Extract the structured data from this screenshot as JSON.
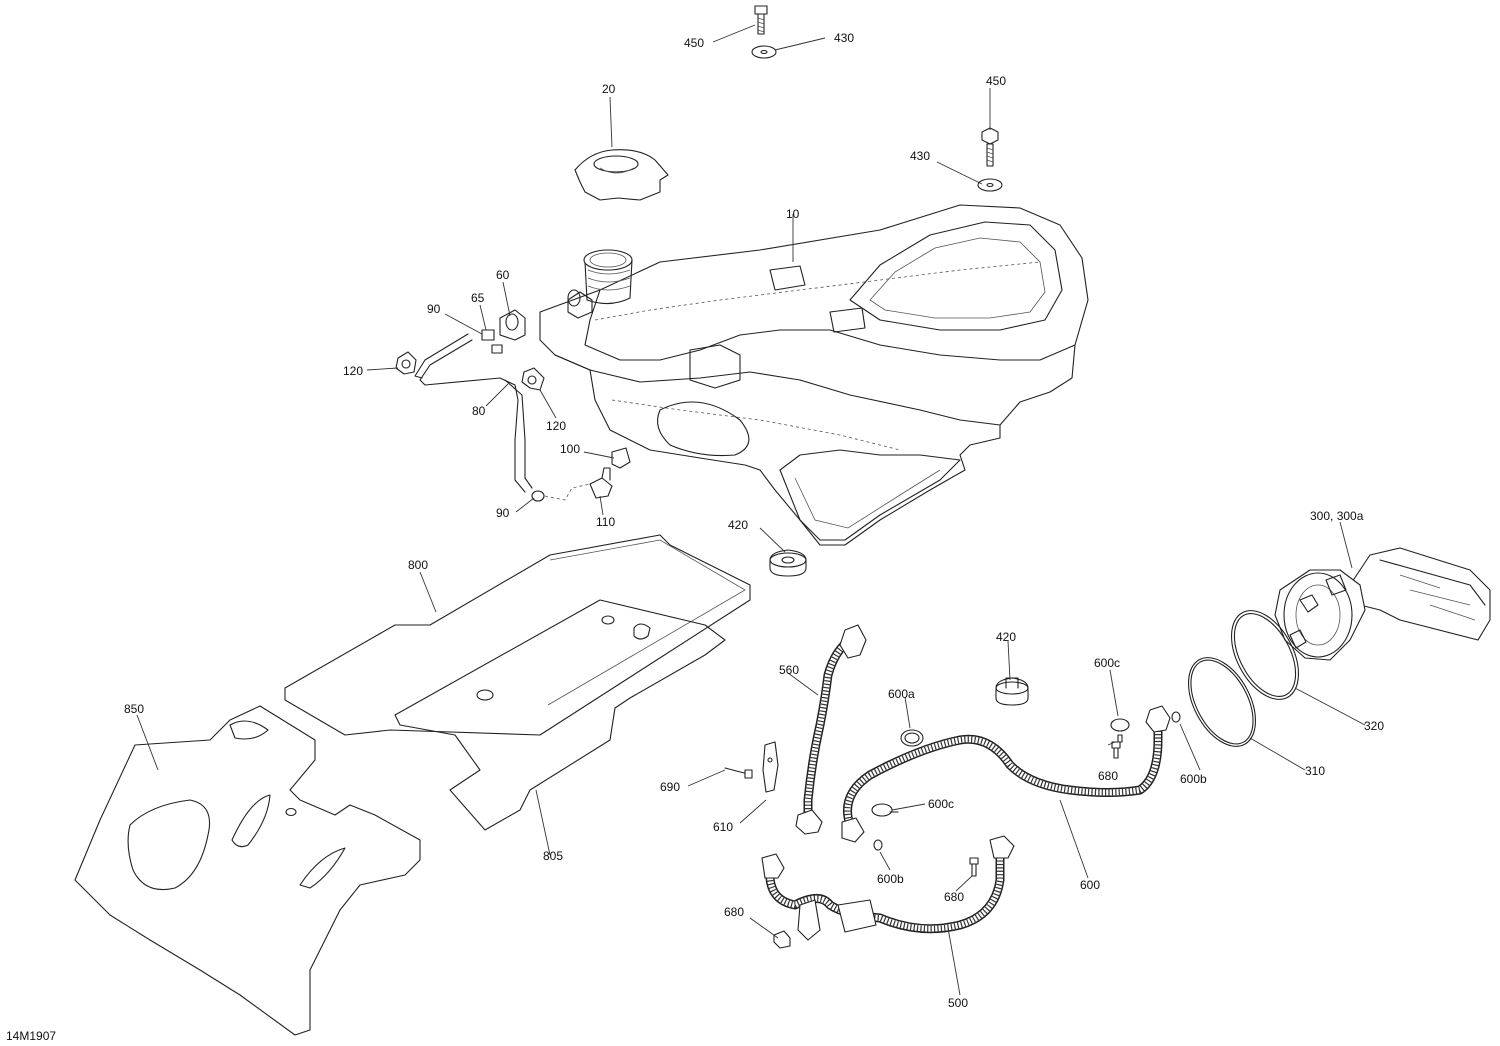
{
  "figure": {
    "code": "14M1907"
  },
  "callouts": [
    {
      "id": "c-450-top",
      "text": "450"
    },
    {
      "id": "c-430-top",
      "text": "430"
    },
    {
      "id": "c-20",
      "text": "20"
    },
    {
      "id": "c-450-right",
      "text": "450"
    },
    {
      "id": "c-430-right",
      "text": "430"
    },
    {
      "id": "c-10",
      "text": "10"
    },
    {
      "id": "c-60",
      "text": "60"
    },
    {
      "id": "c-65",
      "text": "65"
    },
    {
      "id": "c-90-top",
      "text": "90"
    },
    {
      "id": "c-120-left",
      "text": "120"
    },
    {
      "id": "c-80",
      "text": "80"
    },
    {
      "id": "c-120-right",
      "text": "120"
    },
    {
      "id": "c-100",
      "text": "100"
    },
    {
      "id": "c-90-bottom",
      "text": "90"
    },
    {
      "id": "c-110",
      "text": "110"
    },
    {
      "id": "c-420-top",
      "text": "420"
    },
    {
      "id": "c-800",
      "text": "800"
    },
    {
      "id": "c-300",
      "text": "300, 300a"
    },
    {
      "id": "c-850",
      "text": "850"
    },
    {
      "id": "c-560",
      "text": "560"
    },
    {
      "id": "c-420-bottom",
      "text": "420"
    },
    {
      "id": "c-600a",
      "text": "600a"
    },
    {
      "id": "c-600c-top",
      "text": "600c"
    },
    {
      "id": "c-680-top",
      "text": "680"
    },
    {
      "id": "c-600b-right",
      "text": "600b"
    },
    {
      "id": "c-320",
      "text": "320"
    },
    {
      "id": "c-310",
      "text": "310"
    },
    {
      "id": "c-690",
      "text": "690"
    },
    {
      "id": "c-610",
      "text": "610"
    },
    {
      "id": "c-600c-mid",
      "text": "600c"
    },
    {
      "id": "c-805",
      "text": "805"
    },
    {
      "id": "c-600b-mid",
      "text": "600b"
    },
    {
      "id": "c-600",
      "text": "600"
    },
    {
      "id": "c-680-mid",
      "text": "680"
    },
    {
      "id": "c-680-bottom",
      "text": "680"
    },
    {
      "id": "c-500",
      "text": "500"
    }
  ]
}
